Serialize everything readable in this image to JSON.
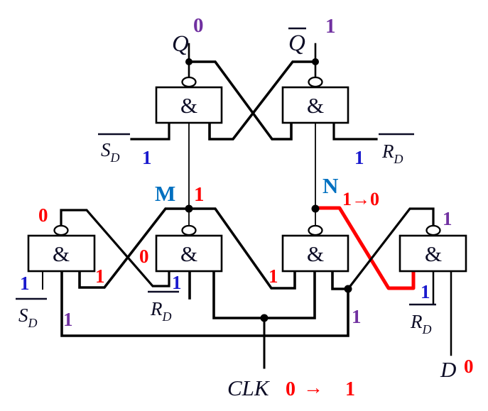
{
  "diagram": "nand-master-slave-d-flip-flop",
  "colors": {
    "wire": "#000000",
    "red": "#FF0000",
    "purple": "#7030A0",
    "blue": "#1A1ACD",
    "node_label": "#0070C0",
    "label": "#0D0D26",
    "background": "#FFFFFF"
  },
  "gates": {
    "symbol": "&",
    "instances": [
      "top-left-nand",
      "top-right-nand",
      "bottom-nand-1",
      "bottom-nand-2",
      "bottom-nand-3",
      "bottom-nand-4"
    ]
  },
  "labels": {
    "q": {
      "name": "Q",
      "value": "0"
    },
    "qbar": {
      "name": "Q",
      "value": "1"
    },
    "sd_top": {
      "letter": "S",
      "sub": "D",
      "value": "1"
    },
    "rd_top": {
      "letter": "R",
      "sub": "D",
      "value": "1"
    },
    "m": {
      "name": "M",
      "value": "1"
    },
    "n": {
      "name": "N",
      "value": "1→0"
    },
    "sd_bottom": {
      "letter": "S",
      "sub": "D",
      "value": "1"
    },
    "rd_mid": {
      "letter": "R",
      "sub": "D",
      "value": "1"
    },
    "rd_right": {
      "letter": "R",
      "sub": "D",
      "value": "1"
    },
    "clk": {
      "name": "CLK",
      "value_from": "0",
      "arrow": "→",
      "value_to": "1"
    },
    "d": {
      "name": "D",
      "value": "0"
    }
  },
  "wire_values": {
    "gate1_output": "0",
    "gate1_input_from_m": "1",
    "gate2_input_from_gate1": "0",
    "gate3_input_from_m": "1",
    "gate4_output": "1",
    "gate4_node": "1",
    "gate4_rail": "1"
  }
}
